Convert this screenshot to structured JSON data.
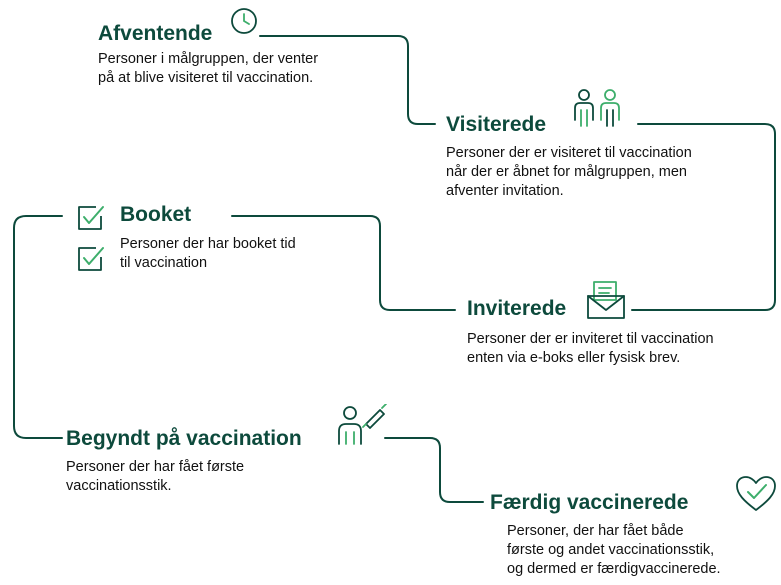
{
  "colors": {
    "accent": "#0d4a3c",
    "icon_green": "#3dae6b",
    "text": "#111111",
    "background": "#ffffff"
  },
  "stages": {
    "afventende": {
      "title": "Afventende",
      "description_line1": "Personer i målgruppen, der venter",
      "description_line2": "på at blive visiteret til vaccination.",
      "icon": "clock-icon"
    },
    "visiterede": {
      "title": "Visiterede",
      "description_line1": "Personer der er visiteret til vaccination",
      "description_line2": "når der er åbnet for målgruppen, men",
      "description_line3": "afventer invitation.",
      "icon": "people-icon"
    },
    "booket": {
      "title": "Booket",
      "description_line1": "Personer der har booket tid",
      "description_line2": "til vaccination",
      "icon": "checkbox-icon"
    },
    "inviterede": {
      "title": "Inviterede",
      "description_line1": "Personer der er inviteret til vaccination",
      "description_line2": "enten via e-boks eller fysisk brev.",
      "icon": "envelope-icon"
    },
    "begyndt": {
      "title": "Begyndt på vaccination",
      "description_line1": "Personer der har fået første",
      "description_line2": "vaccinationsstik.",
      "icon": "person-syringe-icon"
    },
    "faerdig": {
      "title": "Færdig vaccinerede",
      "description_line1": "Personer, der har fået både",
      "description_line2": "første og andet vaccinationsstik,",
      "description_line3": "og dermed er færdigvaccinerede.",
      "icon": "heart-check-icon"
    }
  }
}
